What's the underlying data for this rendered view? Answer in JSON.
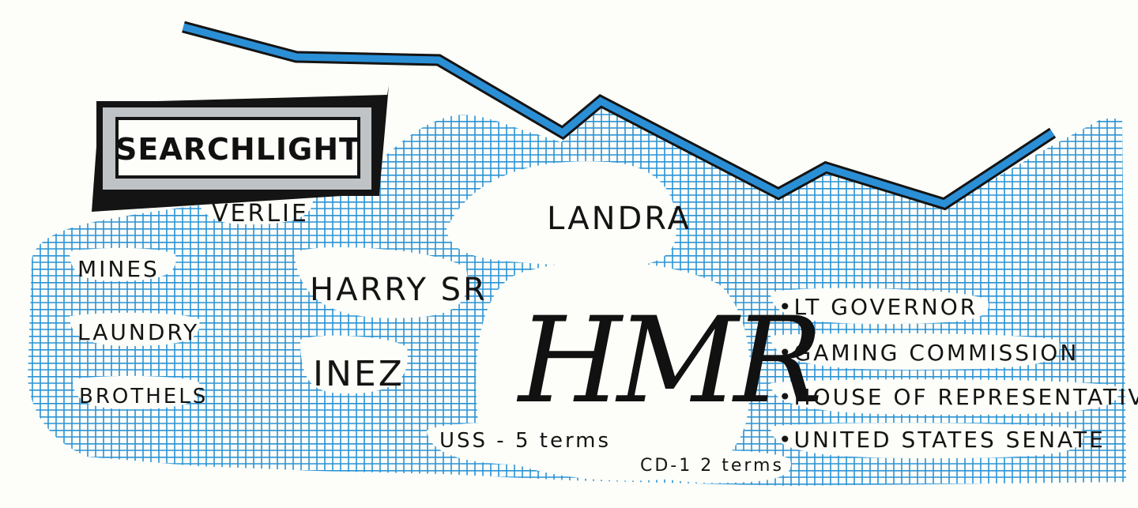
{
  "sign": {
    "text": "SEARCHLIGHT"
  },
  "labels": {
    "verlie": "VERLIE",
    "landra": "LANDRA",
    "mines": "MINES",
    "laundry": "LAUNDRY",
    "brothels": "BROTHELS",
    "harry_sr": "HARRY SR",
    "inez": "INEZ",
    "hmr": "HMR",
    "uss": "USS - 5 terms",
    "cd1": "CD-1  2 terms"
  },
  "offices": [
    "•LT GOVERNOR",
    "•GAMING COMMISSION",
    "•HOUSE OF REPRESENTATIVES",
    "•UNITED STATES SENATE"
  ],
  "colors": {
    "grid": "#2a93d5",
    "river": "#2b8fd6",
    "outline": "#141414",
    "sign_fill": "#bfc3c6",
    "paper": "#fdfdf9"
  }
}
